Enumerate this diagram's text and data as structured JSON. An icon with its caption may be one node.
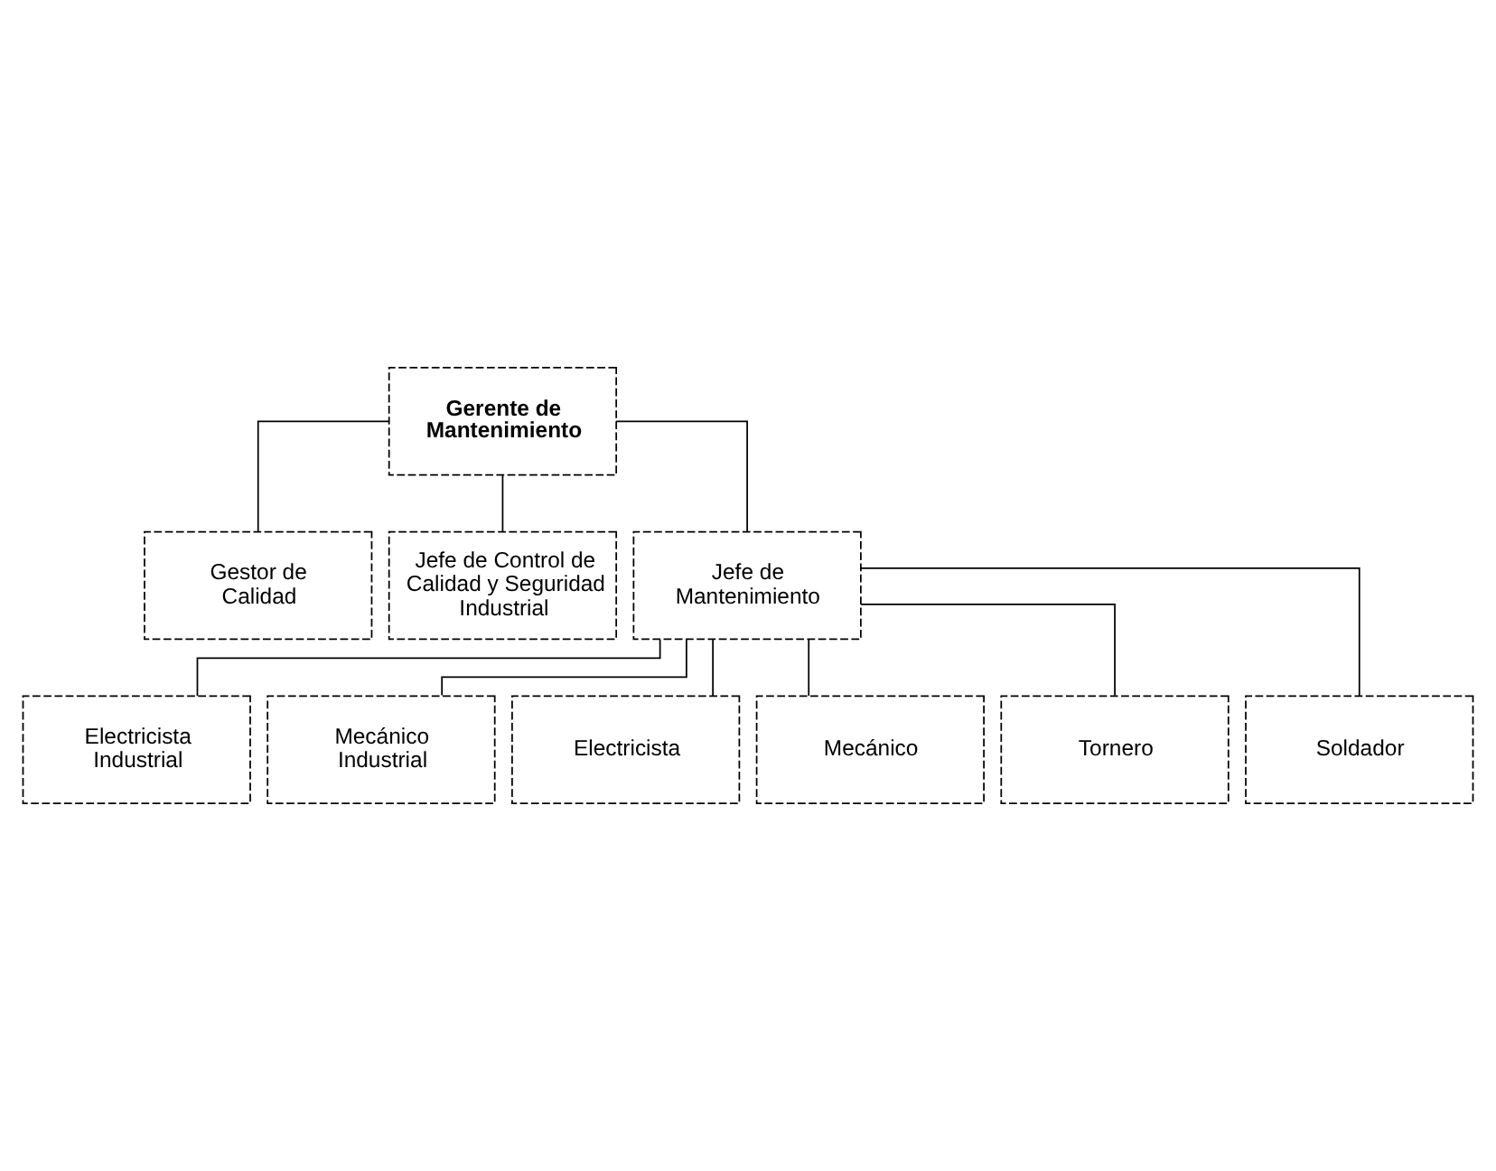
{
  "diagram": {
    "nodes": [
      {
        "text": [
          "Gerente de Mantenimiento"
        ]
      },
      {
        "text": [
          "Gestor de Calidad"
        ]
      },
      {
        "text": [
          "Jefe de Control de Calidad y Seguridad Industrial"
        ]
      },
      {
        "text": [
          "Jefe de Mantenimiento"
        ]
      },
      {
        "text": [
          "Electricista Industrial"
        ]
      },
      {
        "text": [
          "Mecánico Industrial"
        ]
      },
      {
        "text": [
          "Electricista"
        ]
      },
      {
        "text": [
          "Mecánico"
        ]
      },
      {
        "text": [
          "Tornero"
        ]
      },
      {
        "text": [
          "Soldador"
        ]
      }
    ],
    "edges": [
      {
        "from": 0,
        "to": 1,
        "arrow": "none"
      },
      {
        "from": 0,
        "to": 2,
        "arrow": "none"
      },
      {
        "from": 0,
        "to": 3,
        "arrow": "none"
      },
      {
        "from": 3,
        "to": 4,
        "arrow": "none"
      },
      {
        "from": 3,
        "to": 5,
        "arrow": "none"
      },
      {
        "from": 3,
        "to": 6,
        "arrow": "none"
      },
      {
        "from": 3,
        "to": 7,
        "arrow": "none"
      },
      {
        "from": 3,
        "to": 8,
        "arrow": "none"
      },
      {
        "from": 3,
        "to": 9,
        "arrow": "none"
      }
    ]
  }
}
